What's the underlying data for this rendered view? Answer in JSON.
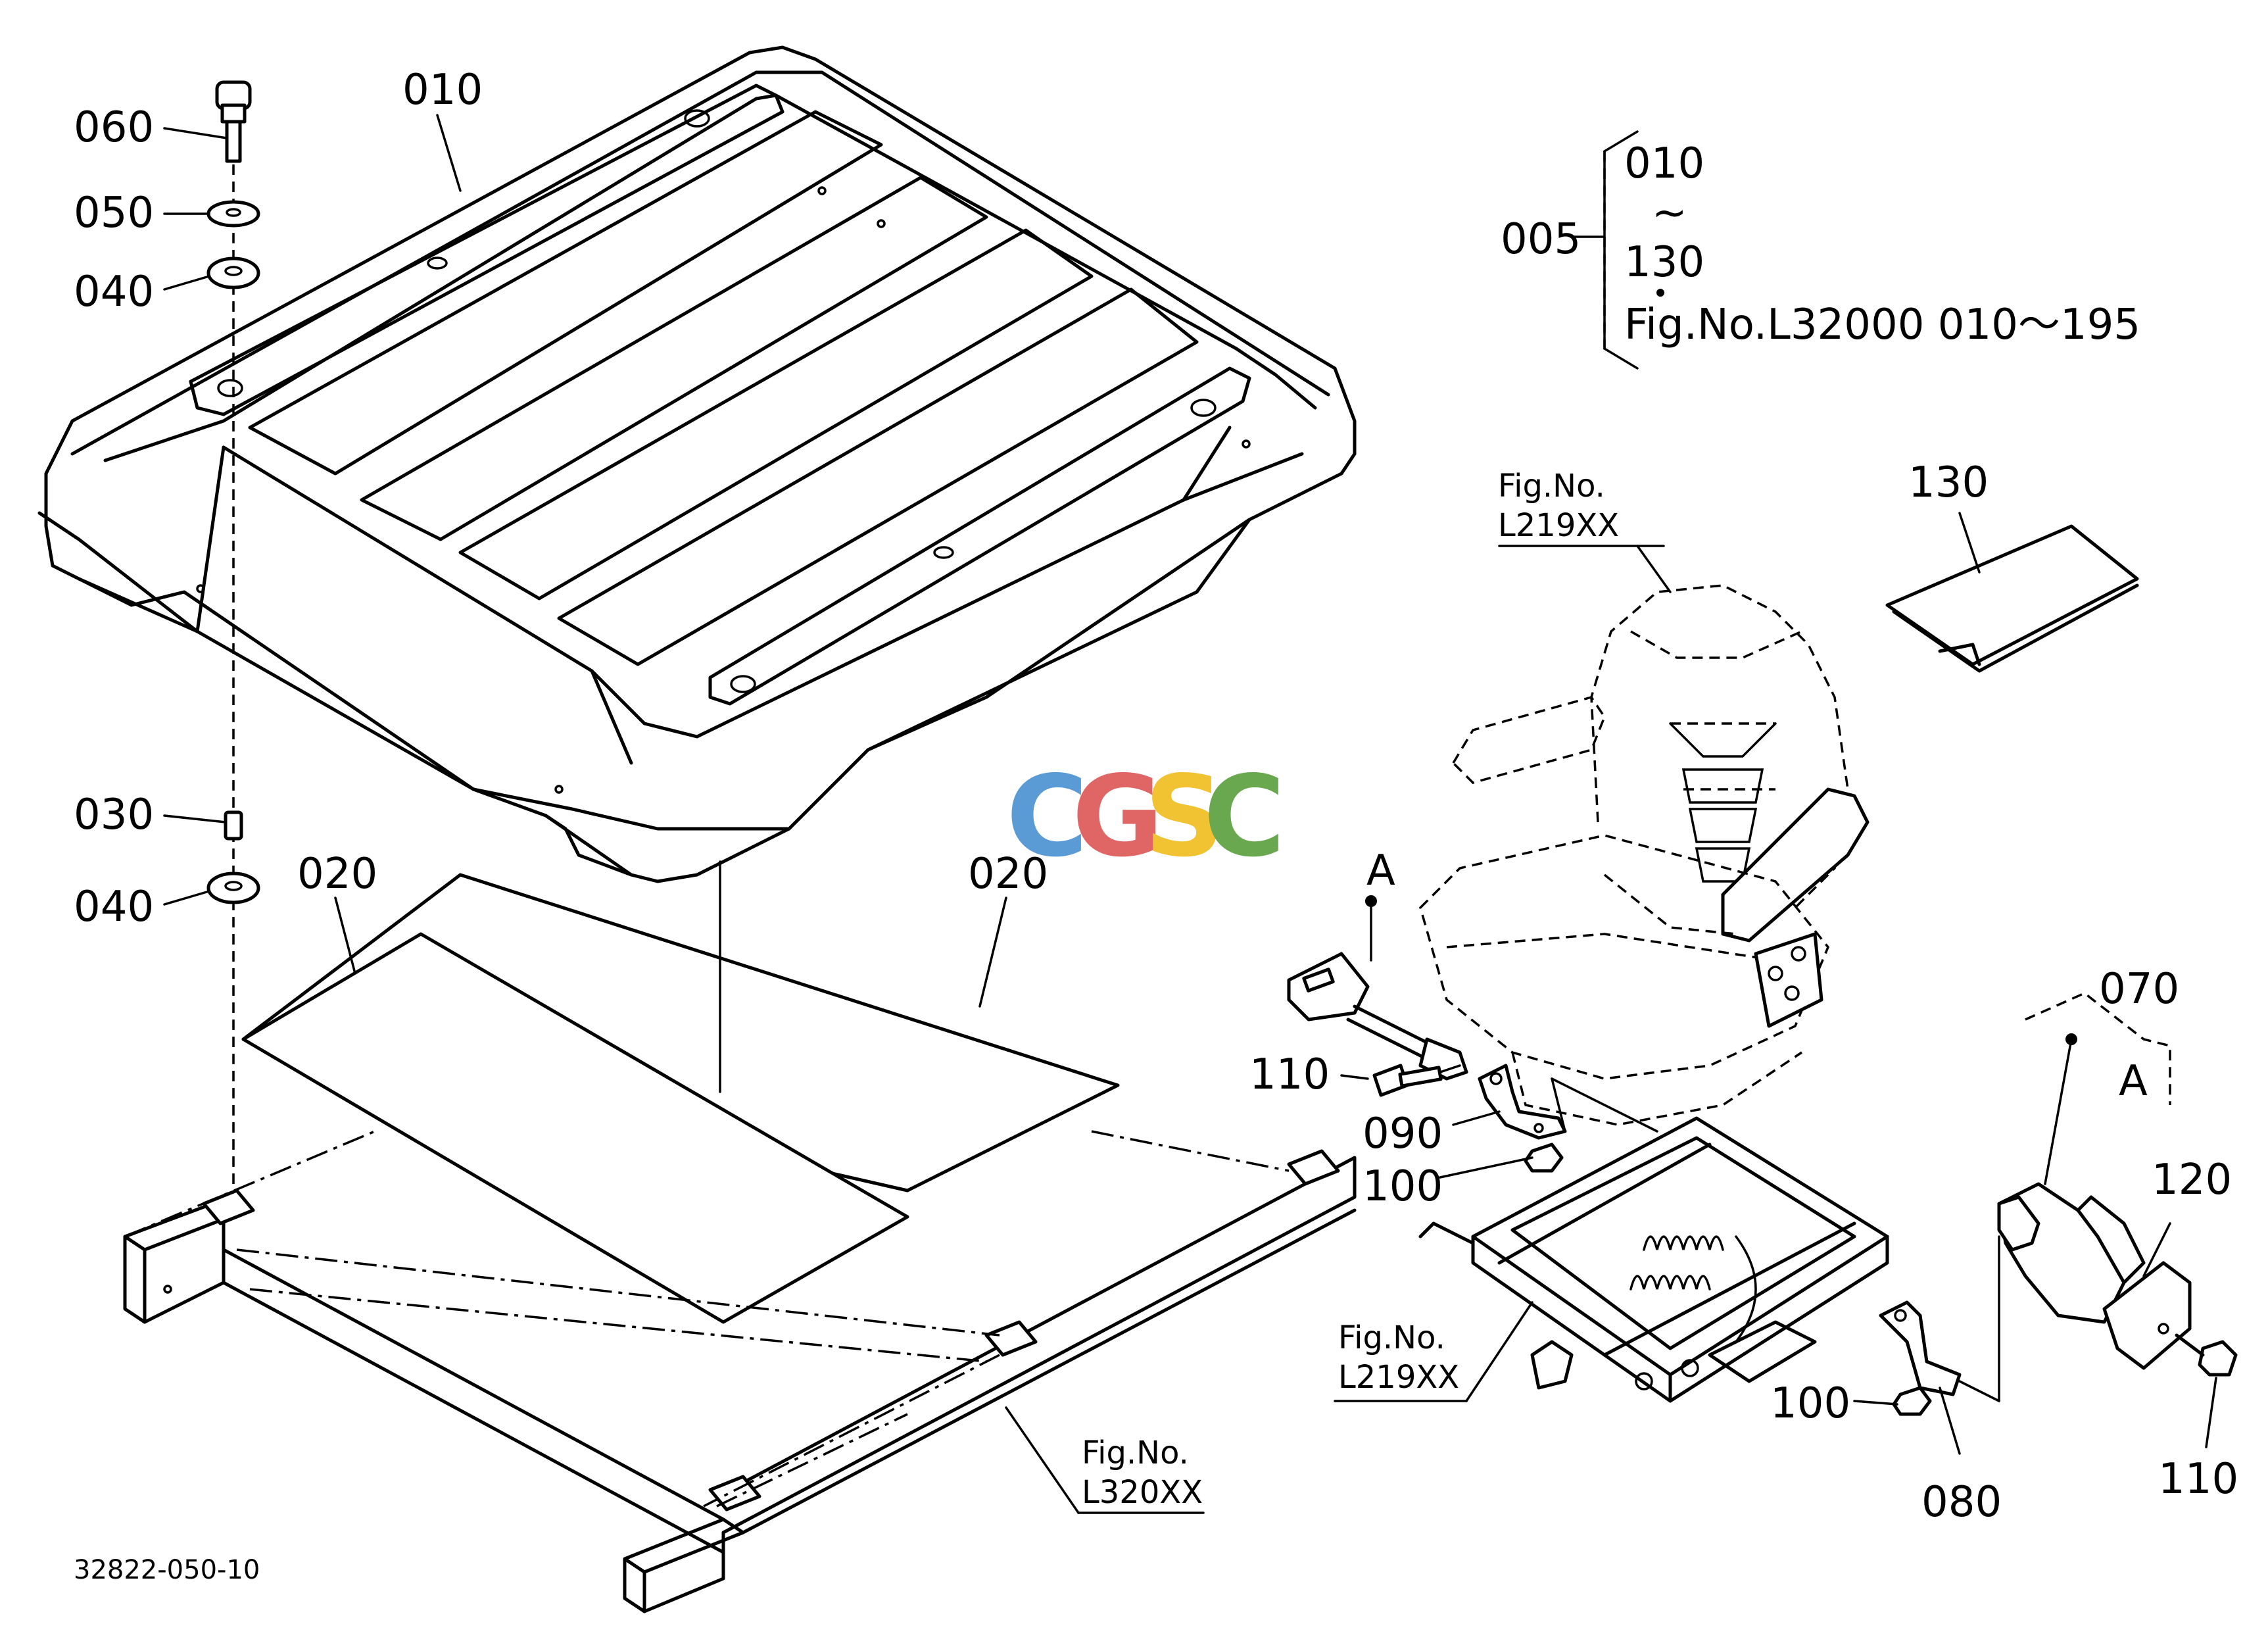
{
  "diagram_id": "32822-050-10",
  "watermark": {
    "letters": [
      {
        "char": "C",
        "color": "#5b9bd5"
      },
      {
        "char": "G",
        "color": "#e06666"
      },
      {
        "char": "S",
        "color": "#f1c232"
      },
      {
        "char": "C",
        "color": "#6aa84f"
      }
    ]
  },
  "callouts": {
    "p010": "010",
    "p060": "060",
    "p050": "050",
    "p040a": "040",
    "p030": "030",
    "p040b": "040",
    "p020a": "020",
    "p020b": "020",
    "p005": "005",
    "p130": "130",
    "pA1": "A",
    "p110a": "110",
    "p090": "090",
    "p100a": "100",
    "p100b": "100",
    "p080": "080",
    "p070": "070",
    "pA2": "A",
    "p120": "120",
    "p110b": "110"
  },
  "assembly_note": {
    "range_start": "010",
    "tilde": "~",
    "range_end": "130",
    "ref": "Fig.No.L32000  010～195"
  },
  "fig_refs": {
    "seat": {
      "line1": "Fig.No.",
      "line2": "L219XX"
    },
    "suspension": {
      "line1": "Fig.No.",
      "line2": "L219XX"
    },
    "frame": {
      "line1": "Fig.No.",
      "line2": "L320XX"
    }
  }
}
